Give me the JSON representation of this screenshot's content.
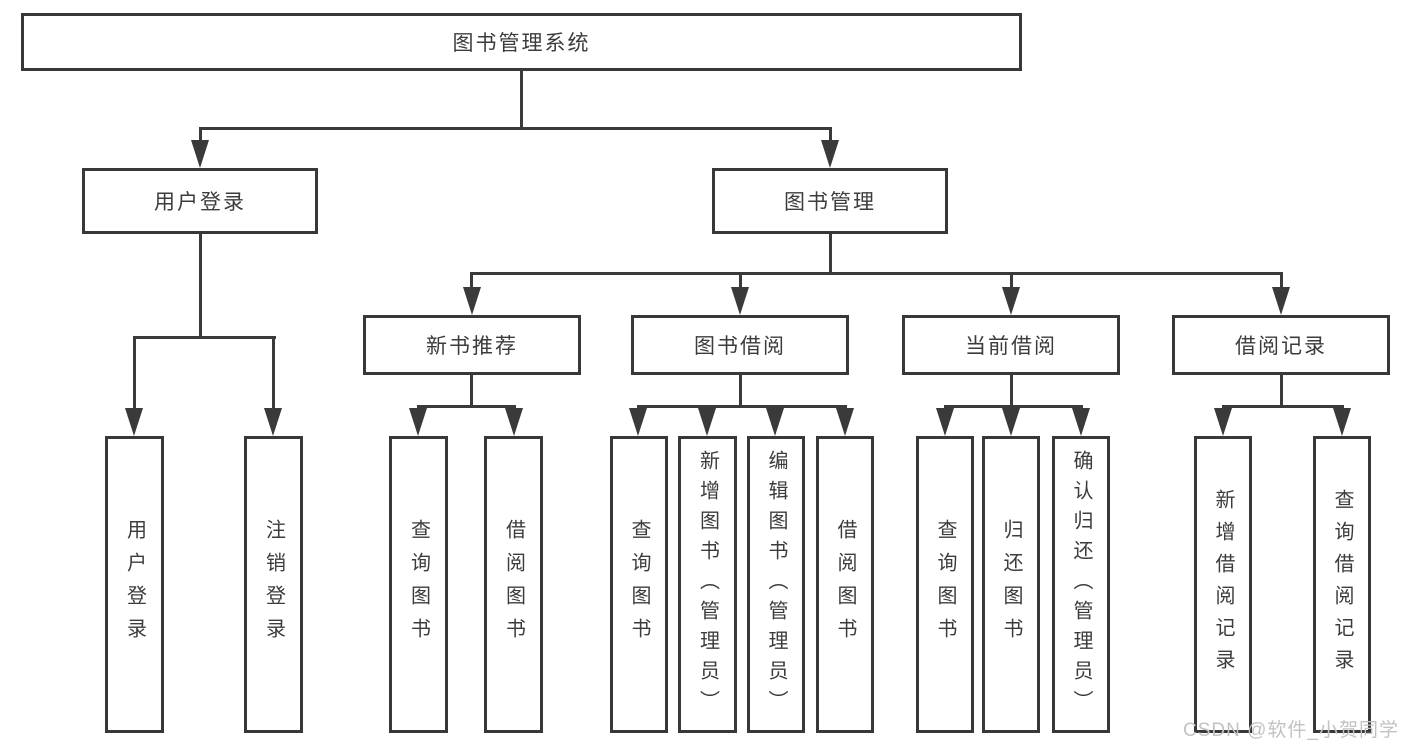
{
  "diagram": {
    "root": {
      "label": "图书管理系统",
      "children": [
        {
          "label": "用户登录",
          "children": [
            {
              "label": "用户登录"
            },
            {
              "label": "注销登录"
            }
          ]
        },
        {
          "label": "图书管理",
          "children": [
            {
              "label": "新书推荐",
              "children": [
                {
                  "label": "查询图书"
                },
                {
                  "label": "借阅图书"
                }
              ]
            },
            {
              "label": "图书借阅",
              "children": [
                {
                  "label": "查询图书"
                },
                {
                  "label": "新增图书（管理员）"
                },
                {
                  "label": "编辑图书（管理员）"
                },
                {
                  "label": "借阅图书"
                }
              ]
            },
            {
              "label": "当前借阅",
              "children": [
                {
                  "label": "查询图书"
                },
                {
                  "label": "归还图书"
                },
                {
                  "label": "确认归还（管理员）"
                }
              ]
            },
            {
              "label": "借阅记录",
              "children": [
                {
                  "label": "新增借阅记录"
                },
                {
                  "label": "查询借阅记录"
                }
              ]
            }
          ]
        }
      ]
    }
  },
  "watermark": "CSDN @软件_小贺同学",
  "colors": {
    "line": "#3a3a3a",
    "border": "#383838",
    "text": "#3c3c3c",
    "background": "#ffffff",
    "watermark": "#c2c2c2"
  }
}
